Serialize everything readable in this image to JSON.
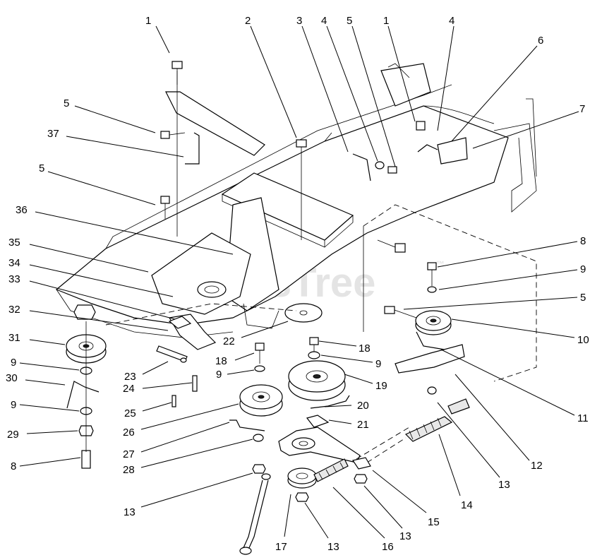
{
  "watermark": {
    "text": "PartsTree",
    "mark": "™"
  },
  "callouts": [
    {
      "id": "c1a",
      "label": "1"
    },
    {
      "id": "c2",
      "label": "2"
    },
    {
      "id": "c3",
      "label": "3"
    },
    {
      "id": "c4a",
      "label": "4"
    },
    {
      "id": "c5a",
      "label": "5"
    },
    {
      "id": "c1b",
      "label": "1"
    },
    {
      "id": "c4b",
      "label": "4"
    },
    {
      "id": "c6",
      "label": "6"
    },
    {
      "id": "c7",
      "label": "7"
    },
    {
      "id": "c5b",
      "label": "5"
    },
    {
      "id": "c37",
      "label": "37"
    },
    {
      "id": "c5c",
      "label": "5"
    },
    {
      "id": "c36",
      "label": "36"
    },
    {
      "id": "c35",
      "label": "35"
    },
    {
      "id": "c34",
      "label": "34"
    },
    {
      "id": "c33",
      "label": "33"
    },
    {
      "id": "c32",
      "label": "32"
    },
    {
      "id": "c31",
      "label": "31"
    },
    {
      "id": "c9a",
      "label": "9"
    },
    {
      "id": "c30",
      "label": "30"
    },
    {
      "id": "c9b",
      "label": "9"
    },
    {
      "id": "c29",
      "label": "29"
    },
    {
      "id": "c8a",
      "label": "8"
    },
    {
      "id": "c8b",
      "label": "8"
    },
    {
      "id": "c9c",
      "label": "9"
    },
    {
      "id": "c5d",
      "label": "5"
    },
    {
      "id": "c10",
      "label": "10"
    },
    {
      "id": "c11",
      "label": "11"
    },
    {
      "id": "c12",
      "label": "12"
    },
    {
      "id": "c13a",
      "label": "13"
    },
    {
      "id": "c14",
      "label": "14"
    },
    {
      "id": "c15",
      "label": "15"
    },
    {
      "id": "c13b",
      "label": "13"
    },
    {
      "id": "c16",
      "label": "16"
    },
    {
      "id": "c13c",
      "label": "13"
    },
    {
      "id": "c17",
      "label": "17"
    },
    {
      "id": "c13d",
      "label": "13"
    },
    {
      "id": "c28",
      "label": "28"
    },
    {
      "id": "c27",
      "label": "27"
    },
    {
      "id": "c26",
      "label": "26"
    },
    {
      "id": "c25",
      "label": "25"
    },
    {
      "id": "c24",
      "label": "24"
    },
    {
      "id": "c23",
      "label": "23"
    },
    {
      "id": "c22",
      "label": "22"
    },
    {
      "id": "c18a",
      "label": "18"
    },
    {
      "id": "c9d",
      "label": "9"
    },
    {
      "id": "c18b",
      "label": "18"
    },
    {
      "id": "c9e",
      "label": "9"
    },
    {
      "id": "c19",
      "label": "19"
    },
    {
      "id": "c20",
      "label": "20"
    },
    {
      "id": "c21",
      "label": "21"
    }
  ]
}
